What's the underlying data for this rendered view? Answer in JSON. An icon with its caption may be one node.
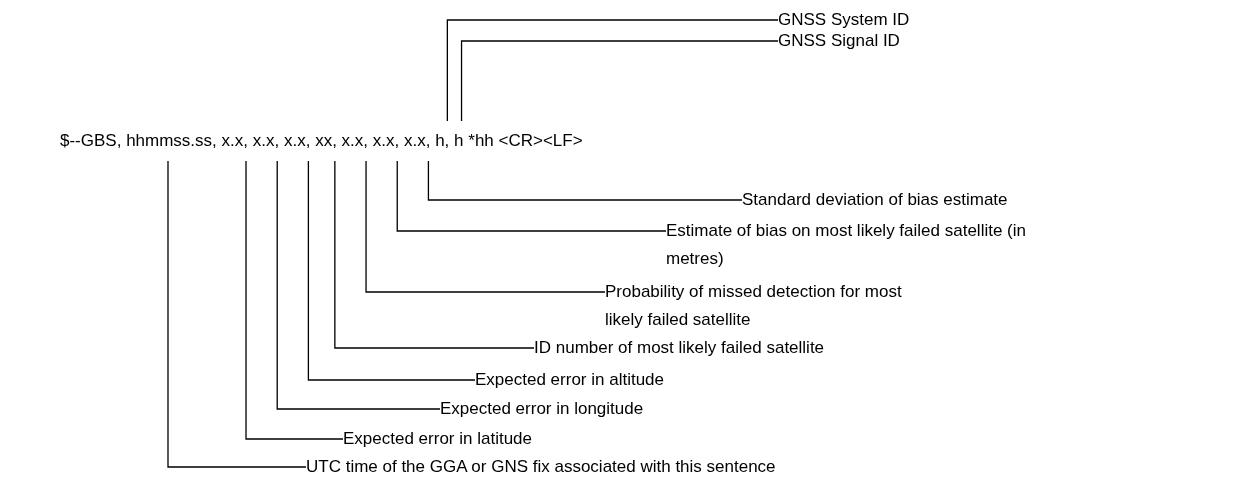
{
  "diagram": {
    "nodes": [
      {
        "text": [
          "GNSS System ID"
        ]
      },
      {
        "text": [
          "GNSS Signal ID"
        ]
      },
      {
        "text": [
          "hhmmss.ss,"
        ]
      },
      {
        "text": [
          "x.x,"
        ]
      },
      {
        "text": [
          "x.x,"
        ]
      },
      {
        "text": [
          "x.x,"
        ]
      },
      {
        "text": [
          "xx,"
        ]
      },
      {
        "text": [
          "x.x,"
        ]
      },
      {
        "text": [
          "x.x,"
        ]
      },
      {
        "text": [
          "x.x,"
        ]
      },
      {
        "text": [
          "h,"
        ]
      },
      {
        "text": [
          "h"
        ]
      },
      {
        "text": [
          "Standard deviation of bias estimate"
        ]
      },
      {
        "text": [
          "Estimate of bias on most likely failed satellite (in metres)"
        ]
      },
      {
        "text": [
          "Probability of missed detection for most likely failed satellite"
        ]
      },
      {
        "text": [
          "ID number of most likely failed satellite"
        ]
      },
      {
        "text": [
          "Expected error in altitude"
        ]
      },
      {
        "text": [
          "Expected error in longitude"
        ]
      },
      {
        "text": [
          "Expected error in latitude"
        ]
      },
      {
        "text": [
          "UTC time of the GGA or GNS fix associated with this sentence"
        ]
      }
    ],
    "edges": [
      {
        "from": 0,
        "to": 10,
        "arrow": "none"
      },
      {
        "from": 1,
        "to": 11,
        "arrow": "none"
      },
      {
        "from": 12,
        "to": 9,
        "arrow": "none"
      },
      {
        "from": 13,
        "to": 8,
        "arrow": "none"
      },
      {
        "from": 14,
        "to": 7,
        "arrow": "none"
      },
      {
        "from": 15,
        "to": 6,
        "arrow": "none"
      },
      {
        "from": 16,
        "to": 5,
        "arrow": "none"
      },
      {
        "from": 17,
        "to": 4,
        "arrow": "none"
      },
      {
        "from": 18,
        "to": 3,
        "arrow": "none"
      },
      {
        "from": 19,
        "to": 2,
        "arrow": "none"
      }
    ],
    "labels": [
      "$--GBS,",
      "*hh <CR><LF>"
    ]
  }
}
